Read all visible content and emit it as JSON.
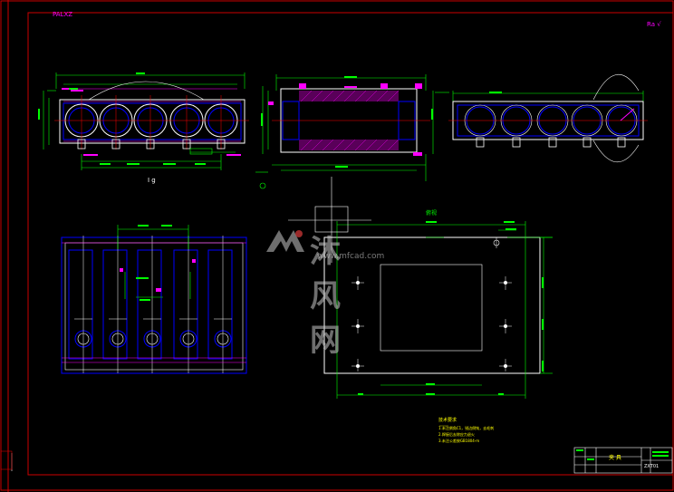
{
  "drawing": {
    "top_left_label": "PALXZ",
    "top_right_mark": "Ra √",
    "section_label_left": "I g",
    "plan_label": "俯视",
    "notes_title": "技术要求",
    "notes": [
      "1.未注倒角C1，锐边倒钝，去毛刺",
      "2.焊接后去除应力退火",
      "3.未注公差按GB1804-m"
    ],
    "title_block_text": "夹 具",
    "title_block_code": "ZXT01"
  },
  "watermark": {
    "brand": "沐风网",
    "url": "www.mfcad.com"
  },
  "colors": {
    "background": "#000000",
    "frame": "#cc0000",
    "outline": "#ffffff",
    "geometry": "#0000ff",
    "dimension": "#00ff00",
    "annotation": "#ff00ff",
    "centerline": "#ff0000",
    "hatch": "#ff00ff",
    "note": "#ffff00"
  }
}
